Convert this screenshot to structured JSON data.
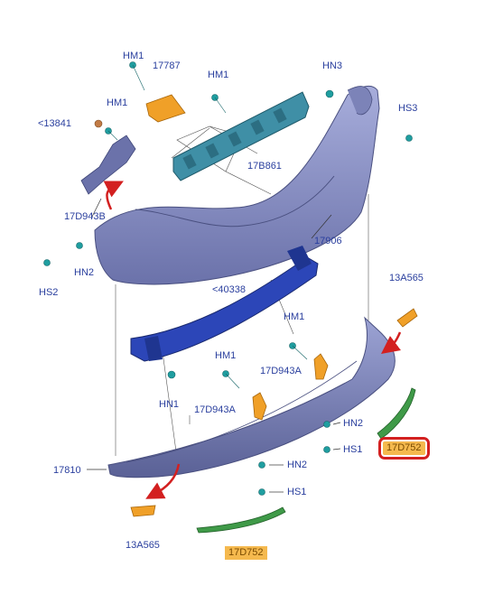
{
  "labels": {
    "hm1_a": "HM1",
    "p17787": "17787",
    "hm1_b": "HM1",
    "hn3": "HN3",
    "hm1_c": "HM1",
    "p13841": "<13841",
    "hs3": "HS3",
    "p17b861": "17B861",
    "p17d943b": "17D943B",
    "p17906": "17906",
    "hn2_a": "HN2",
    "hs2": "HS2",
    "p13a565_a": "13A565",
    "p40338": "<40338",
    "hm1_d": "HM1",
    "hm1_e": "HM1",
    "p17d943a_a": "17D943A",
    "hn1": "HN1",
    "p17d943a_b": "17D943A",
    "hn2_b": "HN2",
    "hs1_a": "HS1",
    "p17d752_a": "17D752",
    "p17810": "17810",
    "hn2_c": "HN2",
    "hs1_b": "HS1",
    "p13a565_b": "13A565",
    "p17d752_b": "17D752"
  },
  "colors": {
    "bumper": "#8e95c4",
    "bumper_dark": "#5c6498",
    "reinforcement": "#2c46b8",
    "absorber": "#3f8fa6",
    "orange_part": "#f0a028",
    "green_trim": "#3f9a48",
    "fastener": "#1f9ea0",
    "label": "#2a3f9e",
    "highlight": "#d32020",
    "arrow": "#d32020"
  }
}
